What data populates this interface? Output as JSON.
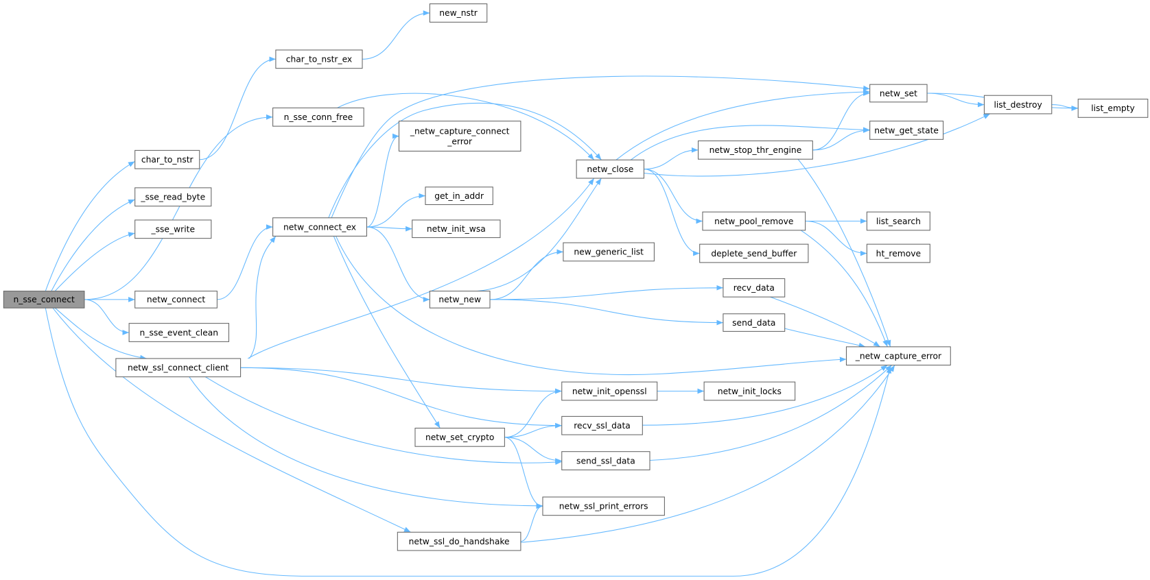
{
  "graph": {
    "root": "n_sse_connect",
    "nodes": [
      {
        "id": "n_sse_connect",
        "lines": [
          "n_sse_connect"
        ]
      },
      {
        "id": "new_nstr",
        "lines": [
          "new_nstr"
        ]
      },
      {
        "id": "char_to_nstr_ex",
        "lines": [
          "char_to_nstr_ex"
        ]
      },
      {
        "id": "char_to_nstr",
        "lines": [
          "char_to_nstr"
        ]
      },
      {
        "id": "n_sse_conn_free",
        "lines": [
          "n_sse_conn_free"
        ]
      },
      {
        "id": "_sse_read_byte",
        "lines": [
          "_sse_read_byte"
        ]
      },
      {
        "id": "_sse_write",
        "lines": [
          "_sse_write"
        ]
      },
      {
        "id": "netw_connect",
        "lines": [
          "netw_connect"
        ]
      },
      {
        "id": "n_sse_event_clean",
        "lines": [
          "n_sse_event_clean"
        ]
      },
      {
        "id": "netw_ssl_connect_client",
        "lines": [
          "netw_ssl_connect_client"
        ]
      },
      {
        "id": "_netw_capture_connect_error",
        "lines": [
          "_netw_capture_connect",
          "_error"
        ]
      },
      {
        "id": "get_in_addr",
        "lines": [
          "get_in_addr"
        ]
      },
      {
        "id": "netw_connect_ex",
        "lines": [
          "netw_connect_ex"
        ]
      },
      {
        "id": "netw_init_wsa",
        "lines": [
          "netw_init_wsa"
        ]
      },
      {
        "id": "netw_new",
        "lines": [
          "netw_new"
        ]
      },
      {
        "id": "new_generic_list",
        "lines": [
          "new_generic_list"
        ]
      },
      {
        "id": "netw_close",
        "lines": [
          "netw_close"
        ]
      },
      {
        "id": "netw_set",
        "lines": [
          "netw_set"
        ]
      },
      {
        "id": "netw_get_state",
        "lines": [
          "netw_get_state"
        ]
      },
      {
        "id": "netw_stop_thr_engine",
        "lines": [
          "netw_stop_thr_engine"
        ]
      },
      {
        "id": "list_destroy",
        "lines": [
          "list_destroy"
        ]
      },
      {
        "id": "list_empty",
        "lines": [
          "list_empty"
        ]
      },
      {
        "id": "netw_pool_remove",
        "lines": [
          "netw_pool_remove"
        ]
      },
      {
        "id": "list_search",
        "lines": [
          "list_search"
        ]
      },
      {
        "id": "ht_remove",
        "lines": [
          "ht_remove"
        ]
      },
      {
        "id": "deplete_send_buffer",
        "lines": [
          "deplete_send_buffer"
        ]
      },
      {
        "id": "recv_data",
        "lines": [
          "recv_data"
        ]
      },
      {
        "id": "send_data",
        "lines": [
          "send_data"
        ]
      },
      {
        "id": "_netw_capture_error",
        "lines": [
          "_netw_capture_error"
        ]
      },
      {
        "id": "netw_init_openssl",
        "lines": [
          "netw_init_openssl"
        ]
      },
      {
        "id": "netw_init_locks",
        "lines": [
          "netw_init_locks"
        ]
      },
      {
        "id": "recv_ssl_data",
        "lines": [
          "recv_ssl_data"
        ]
      },
      {
        "id": "netw_set_crypto",
        "lines": [
          "netw_set_crypto"
        ]
      },
      {
        "id": "send_ssl_data",
        "lines": [
          "send_ssl_data"
        ]
      },
      {
        "id": "netw_ssl_print_errors",
        "lines": [
          "netw_ssl_print_errors"
        ]
      },
      {
        "id": "netw_ssl_do_handshake",
        "lines": [
          "netw_ssl_do_handshake"
        ]
      }
    ],
    "edges": [
      [
        "n_sse_connect",
        "char_to_nstr"
      ],
      [
        "n_sse_connect",
        "_sse_read_byte"
      ],
      [
        "n_sse_connect",
        "_sse_write"
      ],
      [
        "n_sse_connect",
        "n_sse_conn_free"
      ],
      [
        "n_sse_connect",
        "netw_connect"
      ],
      [
        "n_sse_connect",
        "n_sse_event_clean"
      ],
      [
        "n_sse_connect",
        "netw_ssl_connect_client"
      ],
      [
        "n_sse_connect",
        "netw_ssl_do_handshake"
      ],
      [
        "n_sse_connect",
        "_netw_capture_error"
      ],
      [
        "char_to_nstr",
        "char_to_nstr_ex"
      ],
      [
        "char_to_nstr_ex",
        "new_nstr"
      ],
      [
        "n_sse_conn_free",
        "netw_close"
      ],
      [
        "netw_connect",
        "netw_connect_ex"
      ],
      [
        "netw_ssl_connect_client",
        "netw_connect_ex"
      ],
      [
        "netw_ssl_connect_client",
        "netw_close"
      ],
      [
        "netw_ssl_connect_client",
        "netw_init_openssl"
      ],
      [
        "netw_ssl_connect_client",
        "recv_ssl_data"
      ],
      [
        "netw_ssl_connect_client",
        "send_ssl_data"
      ],
      [
        "netw_ssl_connect_client",
        "netw_ssl_print_errors"
      ],
      [
        "netw_connect_ex",
        "netw_set"
      ],
      [
        "netw_connect_ex",
        "netw_close"
      ],
      [
        "netw_connect_ex",
        "_netw_capture_connect_error"
      ],
      [
        "netw_connect_ex",
        "get_in_addr"
      ],
      [
        "netw_connect_ex",
        "netw_init_wsa"
      ],
      [
        "netw_connect_ex",
        "netw_new"
      ],
      [
        "netw_connect_ex",
        "netw_set_crypto"
      ],
      [
        "netw_connect_ex",
        "_netw_capture_error"
      ],
      [
        "netw_new",
        "netw_close"
      ],
      [
        "netw_new",
        "new_generic_list"
      ],
      [
        "netw_new",
        "recv_data"
      ],
      [
        "netw_new",
        "send_data"
      ],
      [
        "netw_close",
        "netw_set"
      ],
      [
        "netw_close",
        "netw_get_state"
      ],
      [
        "netw_close",
        "netw_stop_thr_engine"
      ],
      [
        "netw_close",
        "list_destroy"
      ],
      [
        "netw_close",
        "netw_pool_remove"
      ],
      [
        "netw_close",
        "deplete_send_buffer"
      ],
      [
        "netw_stop_thr_engine",
        "netw_set"
      ],
      [
        "netw_stop_thr_engine",
        "netw_get_state"
      ],
      [
        "netw_stop_thr_engine",
        "_netw_capture_error"
      ],
      [
        "netw_set",
        "list_empty"
      ],
      [
        "netw_set",
        "list_destroy"
      ],
      [
        "list_destroy",
        "list_empty"
      ],
      [
        "netw_pool_remove",
        "list_search"
      ],
      [
        "netw_pool_remove",
        "ht_remove"
      ],
      [
        "netw_pool_remove",
        "_netw_capture_error"
      ],
      [
        "recv_data",
        "_netw_capture_error"
      ],
      [
        "send_data",
        "_netw_capture_error"
      ],
      [
        "netw_init_openssl",
        "netw_init_locks"
      ],
      [
        "recv_ssl_data",
        "_netw_capture_error"
      ],
      [
        "send_ssl_data",
        "_netw_capture_error"
      ],
      [
        "netw_set_crypto",
        "netw_init_openssl"
      ],
      [
        "netw_set_crypto",
        "recv_ssl_data"
      ],
      [
        "netw_set_crypto",
        "send_ssl_data"
      ],
      [
        "netw_set_crypto",
        "netw_ssl_print_errors"
      ],
      [
        "netw_ssl_do_handshake",
        "netw_ssl_print_errors"
      ],
      [
        "netw_ssl_do_handshake",
        "_netw_capture_error"
      ]
    ],
    "colors": {
      "edge": "#63b8ff",
      "root_fill": "#999999",
      "node_stroke": "#666666"
    }
  }
}
